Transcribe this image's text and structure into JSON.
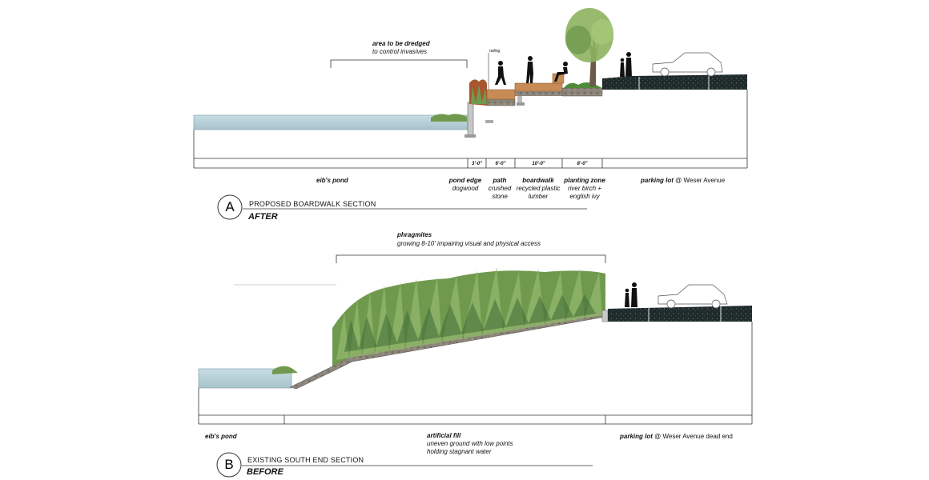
{
  "section_a": {
    "letter": "A",
    "title": "PROPOSED BOARDWALK SECTION",
    "state": "AFTER",
    "dredge_title": "area to be dredged",
    "dredge_sub": "to control invasives",
    "railing": "railing",
    "dims": [
      "3'-0\"",
      "6'-0\"",
      "10'-0\"",
      "8'-0\""
    ],
    "zones": {
      "pond": "eib's pond",
      "pond_edge": "pond edge",
      "pond_edge_sub": "dogwood",
      "path": "path",
      "path_sub1": "crushed",
      "path_sub2": "stone",
      "boardwalk": "boardwalk",
      "boardwalk_sub1": "recycled plastic",
      "boardwalk_sub2": "lumber",
      "planting": "planting zone",
      "planting_sub1": "river birch +",
      "planting_sub2": "english ivy",
      "parking": "parking lot",
      "parking_sub": "@ Weser Avenue"
    }
  },
  "section_b": {
    "letter": "B",
    "title": "EXISTING SOUTH END SECTION",
    "state": "BEFORE",
    "phrag_title": "phragmites",
    "phrag_sub": "growing 8-10' impairing visual and physical access",
    "zones": {
      "pond": "eib's pond",
      "fill": "artificial fill",
      "fill_sub1": "uneven ground with low points",
      "fill_sub2": "holding stagnant water",
      "parking": "parking lot",
      "parking_sub": "@ Weser  Avenue dead end"
    }
  },
  "colors": {
    "water": "#b9d3dc",
    "ground": "#1f2a2a",
    "vegetation": "#6f9a4e",
    "wood": "#c98b56",
    "line": "#333333"
  }
}
